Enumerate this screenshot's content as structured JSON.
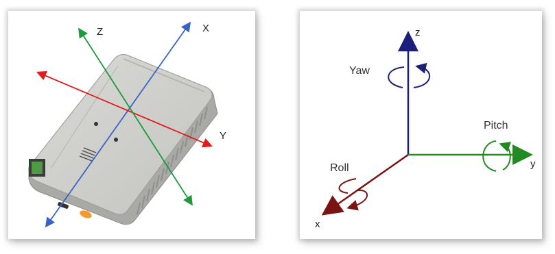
{
  "left_panel": {
    "axes": [
      {
        "label": "X",
        "color": "#3a63c8"
      },
      {
        "label": "Y",
        "color": "#e11b1b"
      },
      {
        "label": "Z",
        "color": "#1c9a3b"
      }
    ]
  },
  "right_panel": {
    "axes": [
      {
        "label": "z",
        "color": "#1b1f7a"
      },
      {
        "label": "y",
        "color": "#218a21"
      },
      {
        "label": "x",
        "color": "#7a1414"
      }
    ],
    "rotations": [
      {
        "label": "Yaw",
        "color": "#1b1f7a"
      },
      {
        "label": "Pitch",
        "color": "#218a21"
      },
      {
        "label": "Roll",
        "color": "#7a1414"
      }
    ]
  }
}
